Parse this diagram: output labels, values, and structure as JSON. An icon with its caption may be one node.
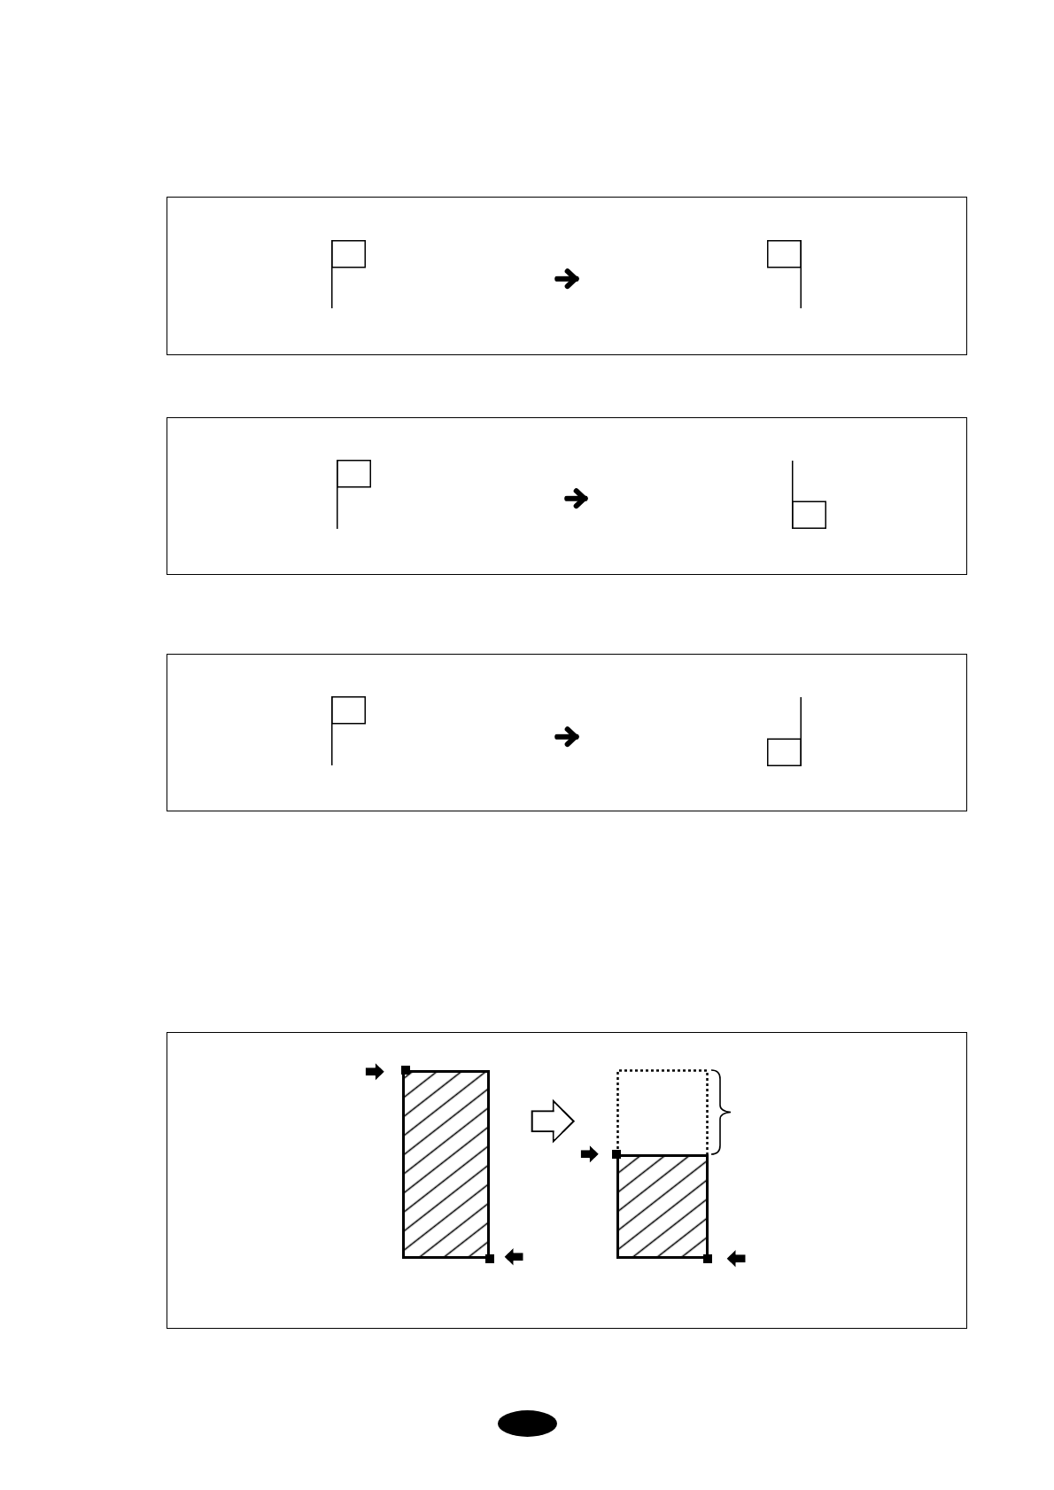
{
  "diagram": {
    "nodes": [
      {
        "text": [],
        "shape": "box"
      },
      {
        "text": [],
        "shape": "flag",
        "in": 0
      },
      {
        "text": [],
        "shape": "flag",
        "in": 0
      },
      {
        "text": [],
        "shape": "box"
      },
      {
        "text": [],
        "shape": "flag",
        "in": 3
      },
      {
        "text": [],
        "shape": "flag",
        "in": 3
      },
      {
        "text": [],
        "shape": "box"
      },
      {
        "text": [],
        "shape": "flag",
        "in": 6
      },
      {
        "text": [],
        "shape": "flag",
        "in": 6
      },
      {
        "text": [],
        "shape": "box"
      },
      {
        "text": [],
        "shape": "bar",
        "in": 9
      },
      {
        "text": [],
        "shape": "square",
        "in": 9
      },
      {
        "text": [],
        "shape": "square",
        "in": 9
      },
      {
        "text": [],
        "shape": "bar",
        "in": 9
      },
      {
        "text": [],
        "shape": "square",
        "in": 9
      },
      {
        "text": [],
        "shape": "square",
        "in": 9
      }
    ],
    "edges": [
      {
        "from": 1,
        "to": 2,
        "arrow": "to"
      },
      {
        "from": 4,
        "to": 5,
        "arrow": "to"
      },
      {
        "from": 7,
        "to": 8,
        "arrow": "to"
      },
      {
        "from": null,
        "to": 11,
        "arrow": "to"
      },
      {
        "from": null,
        "to": 12,
        "arrow": "to"
      },
      {
        "from": 10,
        "to": 13,
        "arrow": "to",
        "style": "thick"
      },
      {
        "from": null,
        "to": 14,
        "arrow": "to"
      },
      {
        "from": null,
        "to": 15,
        "arrow": "to"
      }
    ]
  }
}
